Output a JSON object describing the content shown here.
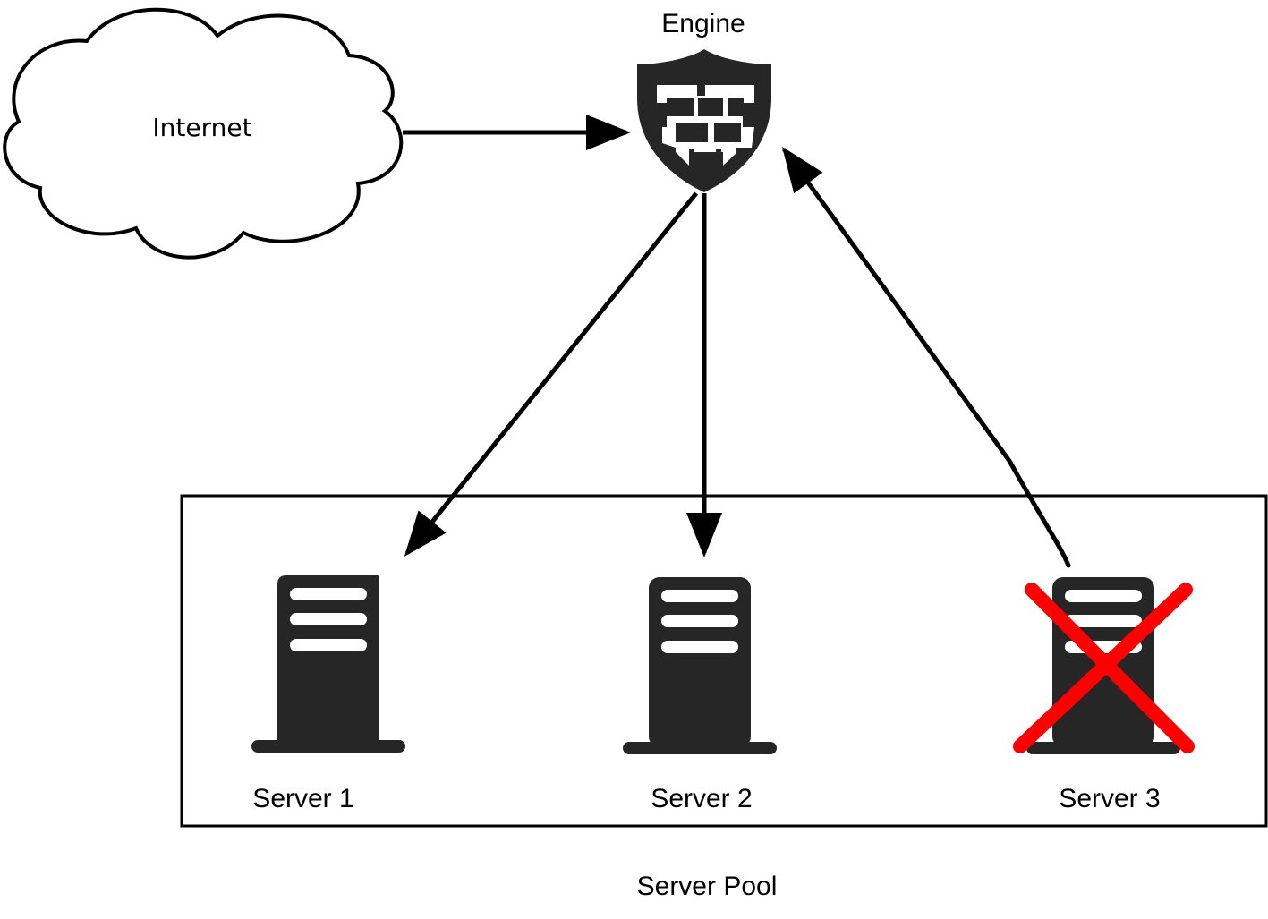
{
  "diagram": {
    "nodes": {
      "internet": {
        "label": "Internet",
        "icon": "cloud-icon"
      },
      "engine": {
        "label": "Engine",
        "icon": "firewall-shield-icon"
      },
      "server1": {
        "label": "Server 1",
        "icon": "server-icon",
        "status": "up"
      },
      "server2": {
        "label": "Server 2",
        "icon": "server-icon",
        "status": "up"
      },
      "server3": {
        "label": "Server 3",
        "icon": "server-icon",
        "status": "down",
        "status_marker": "red-x-icon"
      }
    },
    "group": {
      "label": "Server Pool",
      "members": [
        "server1",
        "server2",
        "server3"
      ]
    },
    "edges": [
      {
        "from": "internet",
        "to": "engine"
      },
      {
        "from": "engine",
        "to": "server1"
      },
      {
        "from": "engine",
        "to": "server2"
      },
      {
        "from": "server3",
        "to": "engine"
      }
    ],
    "colors": {
      "icon": "#262626",
      "line": "#000000",
      "failure_mark": "#ff0000",
      "background": "#ffffff"
    }
  }
}
